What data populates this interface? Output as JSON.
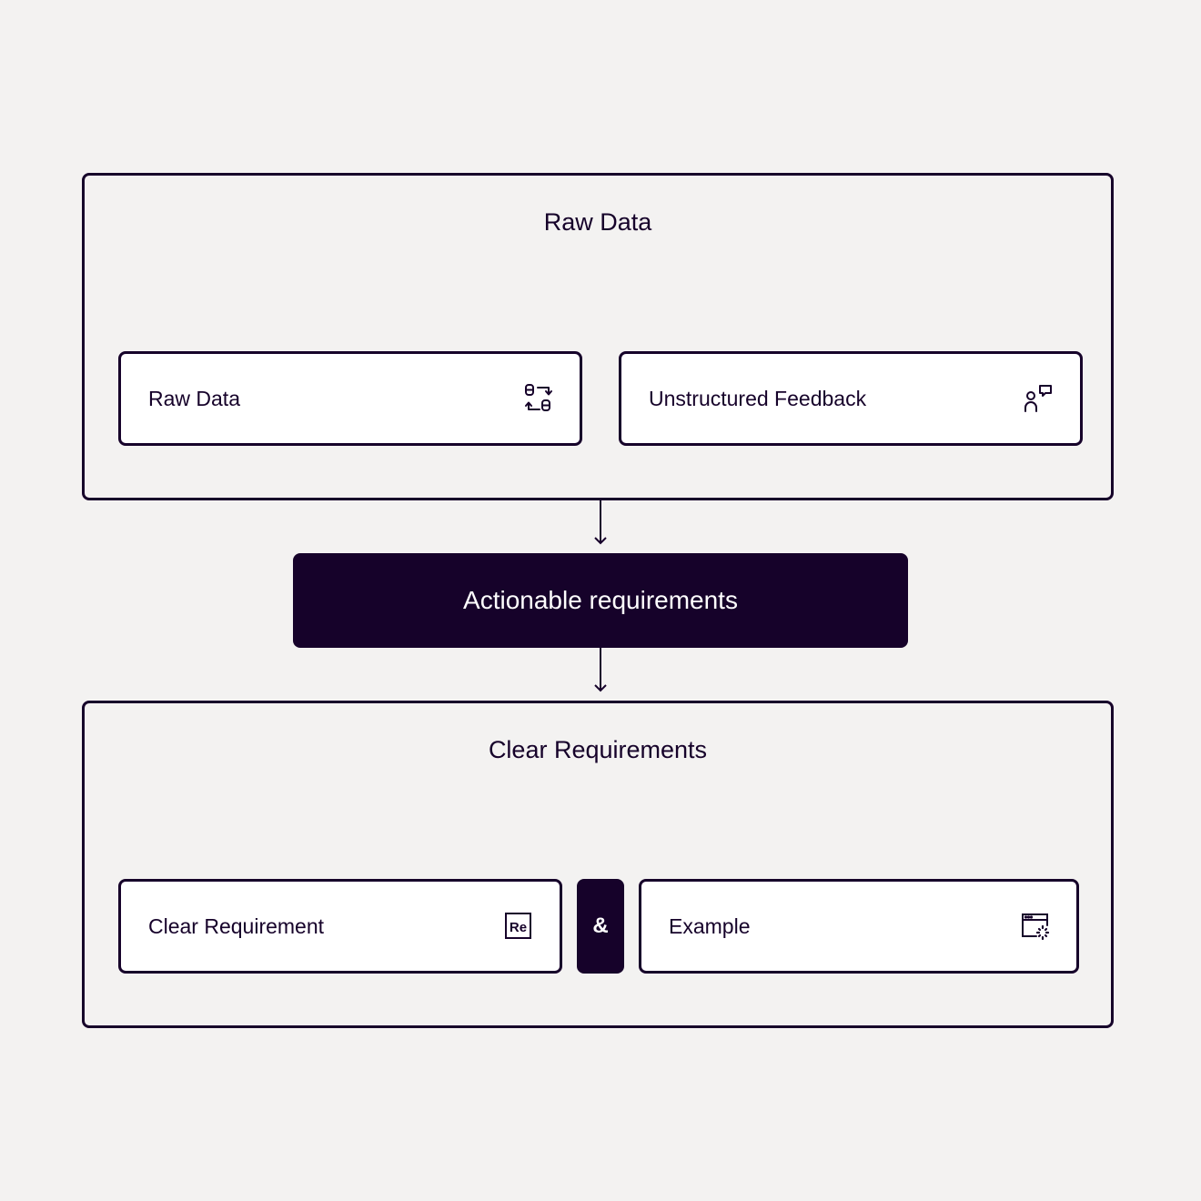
{
  "top_group": {
    "title": "Raw Data",
    "cards": [
      {
        "label": "Raw Data",
        "icon": "data-transfer-icon"
      },
      {
        "label": "Unstructured Feedback",
        "icon": "user-feedback-icon"
      }
    ]
  },
  "process": {
    "label": "Actionable requirements"
  },
  "bottom_group": {
    "title": "Clear Requirements",
    "cards": [
      {
        "label": "Clear Requirement",
        "icon": "requirement-doc-icon",
        "icon_text": "Re"
      },
      {
        "label": "Example",
        "icon": "browser-window-icon"
      }
    ],
    "joiner": "&"
  },
  "colors": {
    "ink": "#16022a",
    "background": "#f3f2f1",
    "card": "#ffffff"
  }
}
